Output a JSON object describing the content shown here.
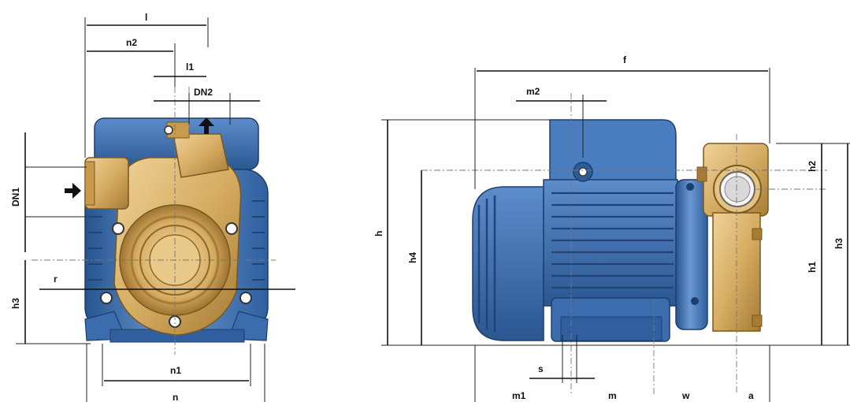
{
  "diagram": {
    "front_view_labels": {
      "l": "l",
      "n2": "n2",
      "l1": "l1",
      "dn2": "DN2",
      "dn1": "DN1",
      "r": "r",
      "h3": "h3",
      "n1": "n1",
      "n": "n"
    },
    "side_view_labels": {
      "f": "f",
      "m2": "m2",
      "h": "h",
      "h4": "h4",
      "h2": "h2",
      "h1": "h1",
      "h3": "h3",
      "s": "s",
      "m1": "m1",
      "m": "m",
      "w": "w",
      "a": "a"
    },
    "colors": {
      "motor_blue": "#3f73b6",
      "motor_blue_dark": "#27548e",
      "motor_blue_light": "#6a98d3",
      "brass": "#d6ad63",
      "brass_dark": "#a67c34",
      "brass_light": "#efd39a"
    }
  }
}
